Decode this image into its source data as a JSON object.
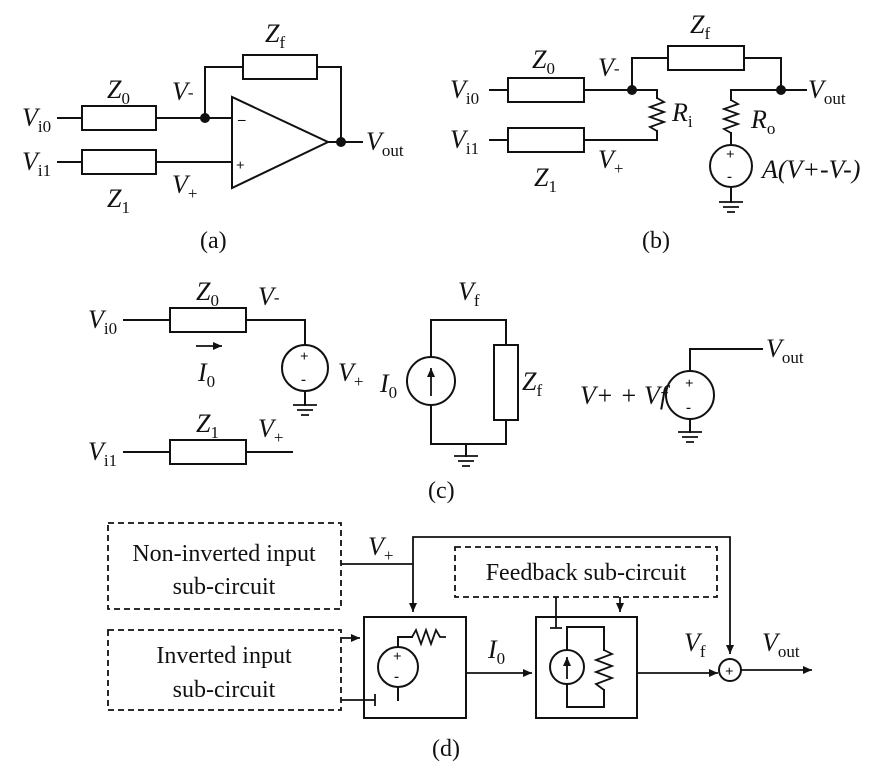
{
  "captions": {
    "a": "(a)",
    "b": "(b)",
    "c": "(c)",
    "d": "(d)"
  },
  "sym": {
    "V": "V",
    "Z": "Z",
    "R": "R",
    "I": "I",
    "sub_i0": "i0",
    "sub_i1": "i1",
    "sub_out": "out",
    "sub_f": "f",
    "sub_0": "0",
    "sub_1": "1",
    "sub_i": "i",
    "sub_o": "o",
    "minus": "-",
    "plus": "+",
    "opamp_minus": "–",
    "opamp_plus": "+",
    "controlled_src": "A(V+-V-)",
    "sum_label": "V+ + Vf"
  },
  "blocks": {
    "noninv_line1": "Non-inverted input",
    "noninv_line2": "sub-circuit",
    "inv_line1": "Inverted input",
    "inv_line2": "sub-circuit",
    "feedback": "Feedback sub-circuit"
  }
}
